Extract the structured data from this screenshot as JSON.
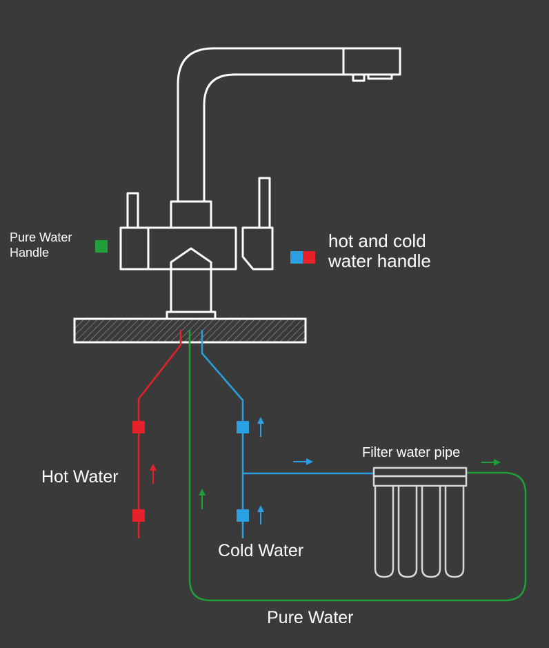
{
  "labels": {
    "pure_handle_line1": "Pure  Water",
    "pure_handle_line2": "Handle",
    "hotcold_line1": "hot and cold",
    "hotcold_line2": "water handle",
    "hot_water": "Hot Water",
    "cold_water": "Cold Water",
    "filter_pipe": "Filter water pipe",
    "pure_water": "Pure Water"
  },
  "colors": {
    "background": "#3a3a3a",
    "outline": "#ffffff",
    "hot": "#e8202a",
    "cold": "#2aa0e0",
    "pure": "#1f9e3a",
    "hatch": "#bdbdbd"
  },
  "icons": {
    "flow_arrow": "arrow-icon",
    "valve": "valve-square-icon"
  }
}
